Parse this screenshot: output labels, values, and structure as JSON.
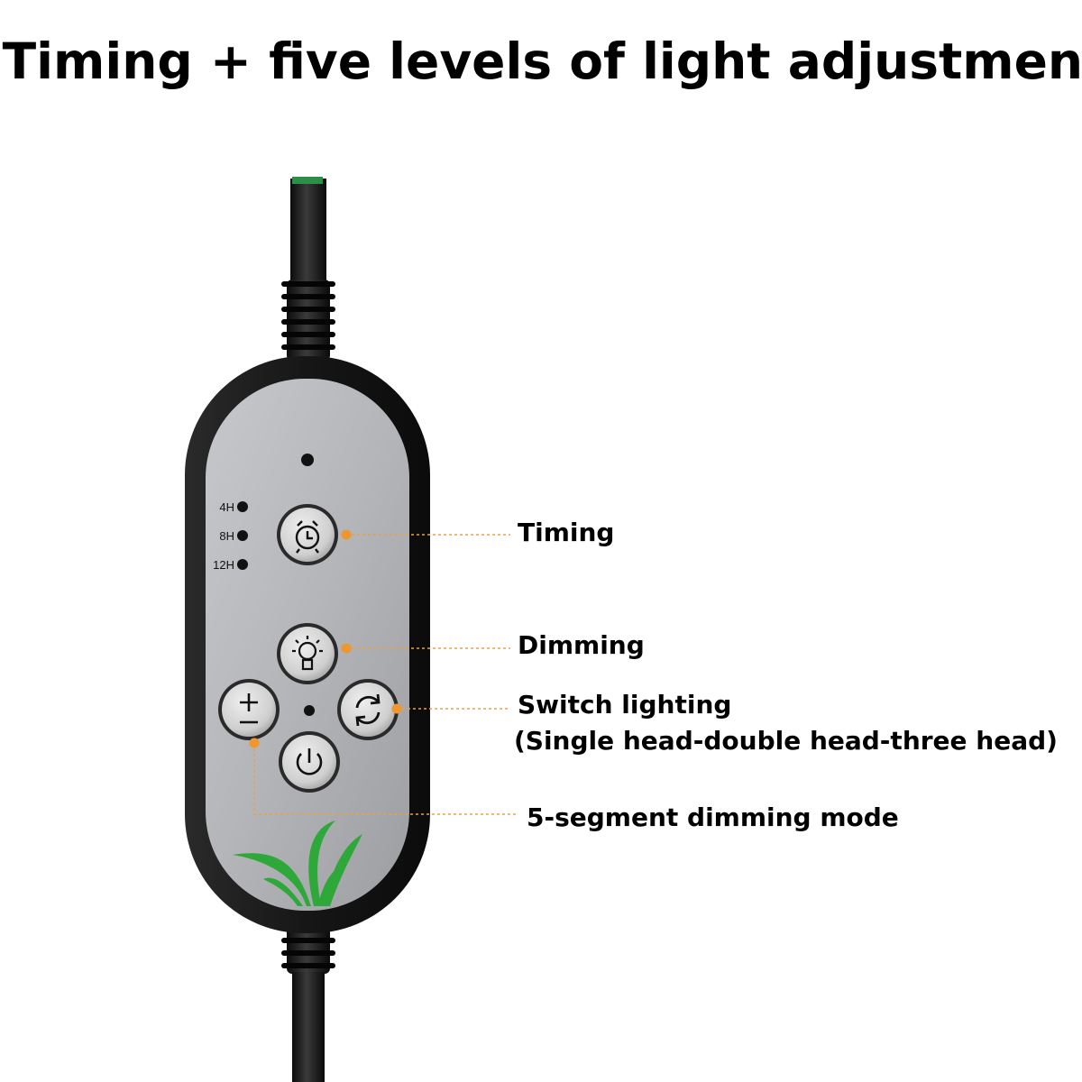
{
  "title": "Timing + five levels of light adjustment",
  "timer_levels": [
    "4H",
    "8H",
    "12H"
  ],
  "callouts": {
    "timing": "Timing",
    "dimming": "Dimming",
    "switch_lighting": "Switch lighting",
    "switch_lighting_detail": "(Single head-double head-three head)",
    "five_segment": "5-segment dimming mode"
  },
  "colors": {
    "callout_dot": "#f0962e",
    "callout_line": "#e8a04a",
    "panel": "#b2b4b8",
    "housing": "#161616",
    "leaf": "#2fa83a"
  },
  "icons": {
    "timer_button": "alarm-clock-icon",
    "dimming_button": "light-bulb-icon",
    "switch_button": "refresh-icon",
    "brightness_button": "plus-minus-icon",
    "power_button": "power-icon"
  }
}
